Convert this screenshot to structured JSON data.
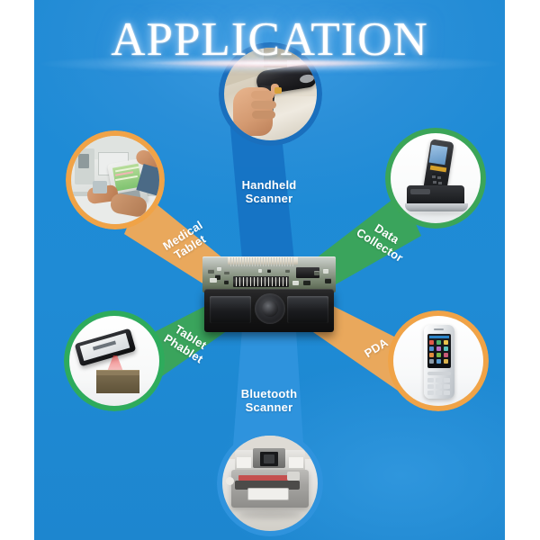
{
  "poster": {
    "title": "APPLICATION",
    "background_color": "#1e8bd6",
    "title_color": "#ffffff"
  },
  "center": {
    "name": "Barcode scanner engine module",
    "alt": "barcode-scanner-module"
  },
  "spokes": [
    {
      "id": "handheld-scanner",
      "label": "Handheld\nScanner",
      "cone_color": "#1673c4",
      "ring_color": "#1a6fbd",
      "position": "top",
      "photo": "hand holding black handheld barcode scanner"
    },
    {
      "id": "medical-tablet",
      "label": "Medical\nTablet",
      "cone_color": "#f0a958",
      "ring_color": "#f0a347",
      "position": "upper-left",
      "photo": "hands using medical tablet terminal in hospital"
    },
    {
      "id": "data-collector",
      "label": "Data\nCollector",
      "cone_color": "#3ba558",
      "ring_color": "#3ba558",
      "position": "upper-right",
      "photo": "rugged data collector handheld in charging cradle"
    },
    {
      "id": "tablet-phablet",
      "label": "Tablet\nPhablet",
      "cone_color": "#3ba558",
      "ring_color": "#2eab5c",
      "position": "lower-left",
      "photo": "black tablet scanning cardboard box with red beam"
    },
    {
      "id": "pda",
      "label": "PDA",
      "cone_color": "#f0a958",
      "ring_color": "#f0a347",
      "position": "lower-right",
      "photo": "silver PDA smartphone with app icons and keypad"
    },
    {
      "id": "bluetooth-scanner",
      "label": "Bluetooth\nScanner",
      "cone_color": "#2f93dd",
      "ring_color": "#2f93dd",
      "position": "bottom",
      "photo": "grey bluetooth scanner device"
    }
  ]
}
